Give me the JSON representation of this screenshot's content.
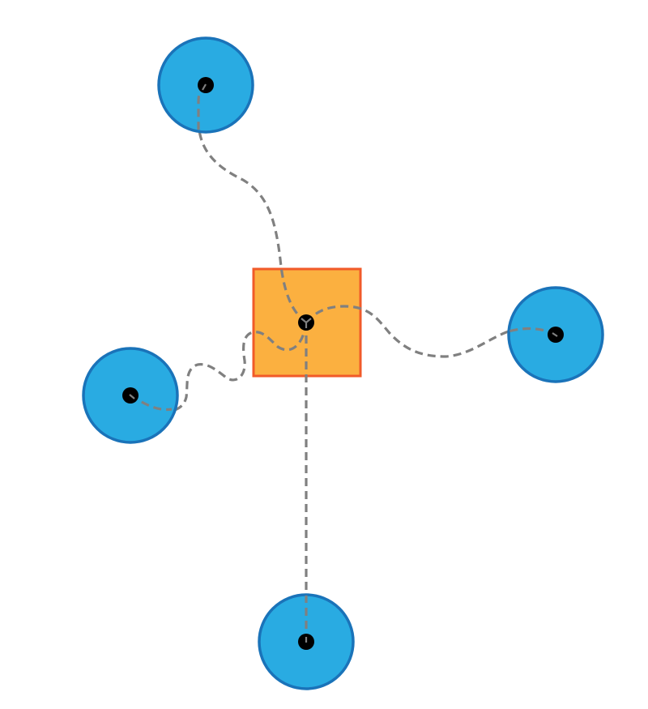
{
  "diagram": {
    "colors": {
      "background": "#ffffff",
      "node_fill": "#29abe2",
      "node_stroke": "#1a73b9",
      "hub_fill": "#fbb040",
      "hub_stroke": "#f15a29",
      "connector": "#808080",
      "port": "#000000"
    },
    "hub": {
      "id": "hub",
      "shape": "square"
    },
    "nodes": [
      {
        "id": "node-top",
        "shape": "circle"
      },
      {
        "id": "node-right",
        "shape": "circle"
      },
      {
        "id": "node-left",
        "shape": "circle"
      },
      {
        "id": "node-bottom",
        "shape": "circle"
      }
    ],
    "connections": [
      {
        "from": "hub",
        "to": "node-top",
        "style": "dashed-curve"
      },
      {
        "from": "hub",
        "to": "node-right",
        "style": "dashed-curve"
      },
      {
        "from": "hub",
        "to": "node-left",
        "style": "dashed-curve"
      },
      {
        "from": "hub",
        "to": "node-bottom",
        "style": "dashed-straight"
      }
    ]
  }
}
